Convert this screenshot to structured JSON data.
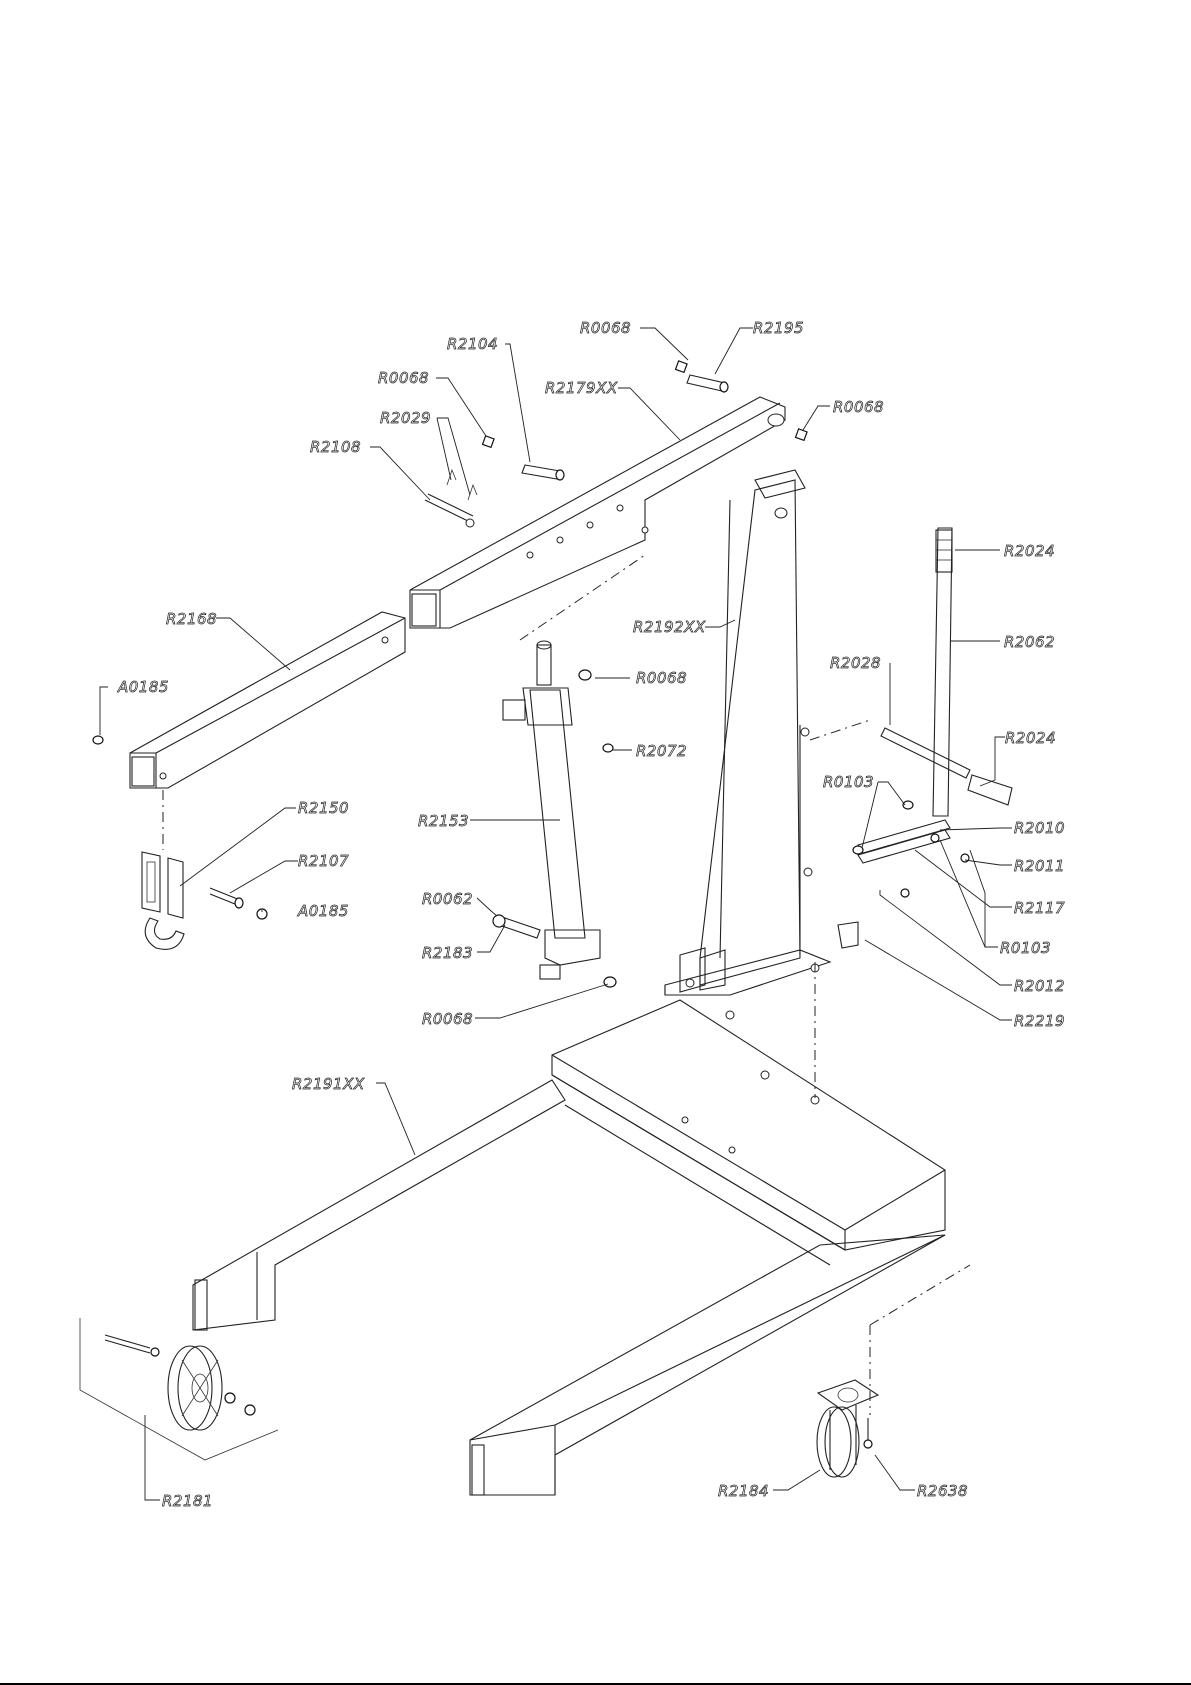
{
  "labels": {
    "r0068_top": "R0068",
    "r2195": "R2195",
    "r2104": "R2104",
    "r2179xx": "R2179XX",
    "r0068_left": "R0068",
    "r0068_right": "R0068",
    "r2029": "R2029",
    "r2108": "R2108",
    "r2024_top": "R2024",
    "r2192xx": "R2192XX",
    "r2168": "R2168",
    "r2062": "R2062",
    "r0068_ram": "R0068",
    "a0185_left": "A0185",
    "r2028": "R2028",
    "r2072": "R2072",
    "r2024_right": "R2024",
    "r2150": "R2150",
    "r2153": "R2153",
    "r0103_top": "R0103",
    "r2010": "R2010",
    "r2107": "R2107",
    "r2011": "R2011",
    "a0185_hook": "A0185",
    "r0062": "R0062",
    "r2117": "R2117",
    "r2183": "R2183",
    "r0103_bottom": "R0103",
    "r2012": "R2012",
    "r0068_base": "R0068",
    "r2219": "R2219",
    "r2191xx": "R2191XX",
    "r2184": "R2184",
    "r2638": "R2638",
    "r2181": "R2181"
  }
}
